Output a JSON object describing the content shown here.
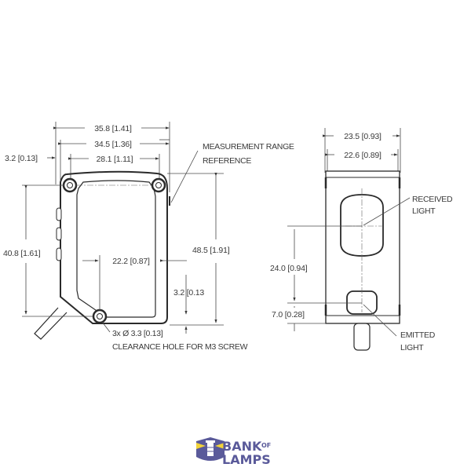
{
  "drawing": {
    "left_view": {
      "dims": {
        "overall_width": "35.8 [1.41]",
        "mount_width": "34.5 [1.36]",
        "hole_spacing_top": "28.1 [1.11]",
        "edge_offset": "3.2 [0.13]",
        "hole_height": "40.8 [1.61]",
        "hole_spacing_bottom": "22.2 [0.87]",
        "overall_height": "48.5 [1.91]",
        "bottom_offset": "3.2 [0.13"
      },
      "labels": {
        "measurement_line1": "MEASUREMENT RANGE",
        "measurement_line2": "REFERENCE",
        "hole_line1": "3x Ø 3.3 [0.13]",
        "hole_line2": "CLEARANCE HOLE FOR M3 SCREW"
      }
    },
    "right_view": {
      "dims": {
        "overall_width": "23.5 [0.93]",
        "body_width": "22.6 [0.89]",
        "optics_spacing": "24.0 [0.94]",
        "emitter_height": "7.0 [0.28]"
      },
      "labels": {
        "received_line1": "RECEIVED",
        "received_line2": "LIGHT",
        "emitted_line1": "EMITTED",
        "emitted_line2": "LIGHT"
      }
    }
  },
  "logo": {
    "line1": "BANK",
    "line1_small": "OF",
    "line2": "LAMPS",
    "colors": {
      "primary": "#5a5a9a",
      "accent": "#f2d33a"
    }
  }
}
